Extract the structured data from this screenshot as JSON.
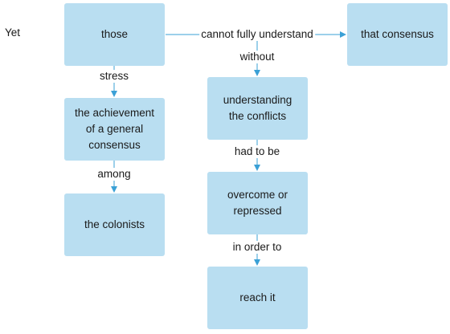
{
  "intro": "Yet",
  "nodes": {
    "those": "those",
    "consensus": "that consensus",
    "achievement": "the achievement of a general consensus",
    "colonists": "the colonists",
    "understanding": "understanding the conflicts",
    "overcome": "overcome or repressed",
    "reach": "reach it"
  },
  "edges": {
    "those_consensus": "cannot fully understand",
    "without": "without",
    "stress": "stress",
    "among": "among",
    "had_to_be": "had to be",
    "in_order_to": "in order to"
  },
  "colors": {
    "node_fill": "#b9def1",
    "edge": "#3aa0d6"
  }
}
